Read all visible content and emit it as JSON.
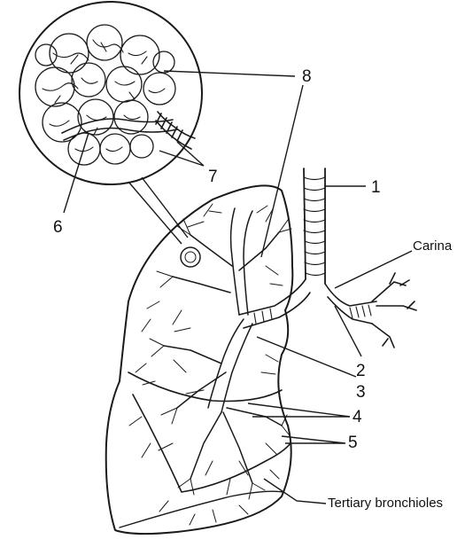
{
  "labels": {
    "n1": "1",
    "n2": "2",
    "n3": "3",
    "n4": "4",
    "n5": "5",
    "n6": "6",
    "n7": "7",
    "n8": "8",
    "carina": "Carina",
    "tertiary": "Tertiary bronchioles"
  },
  "colors": {
    "ink": "#1a1a1a",
    "background": "#ffffff"
  }
}
